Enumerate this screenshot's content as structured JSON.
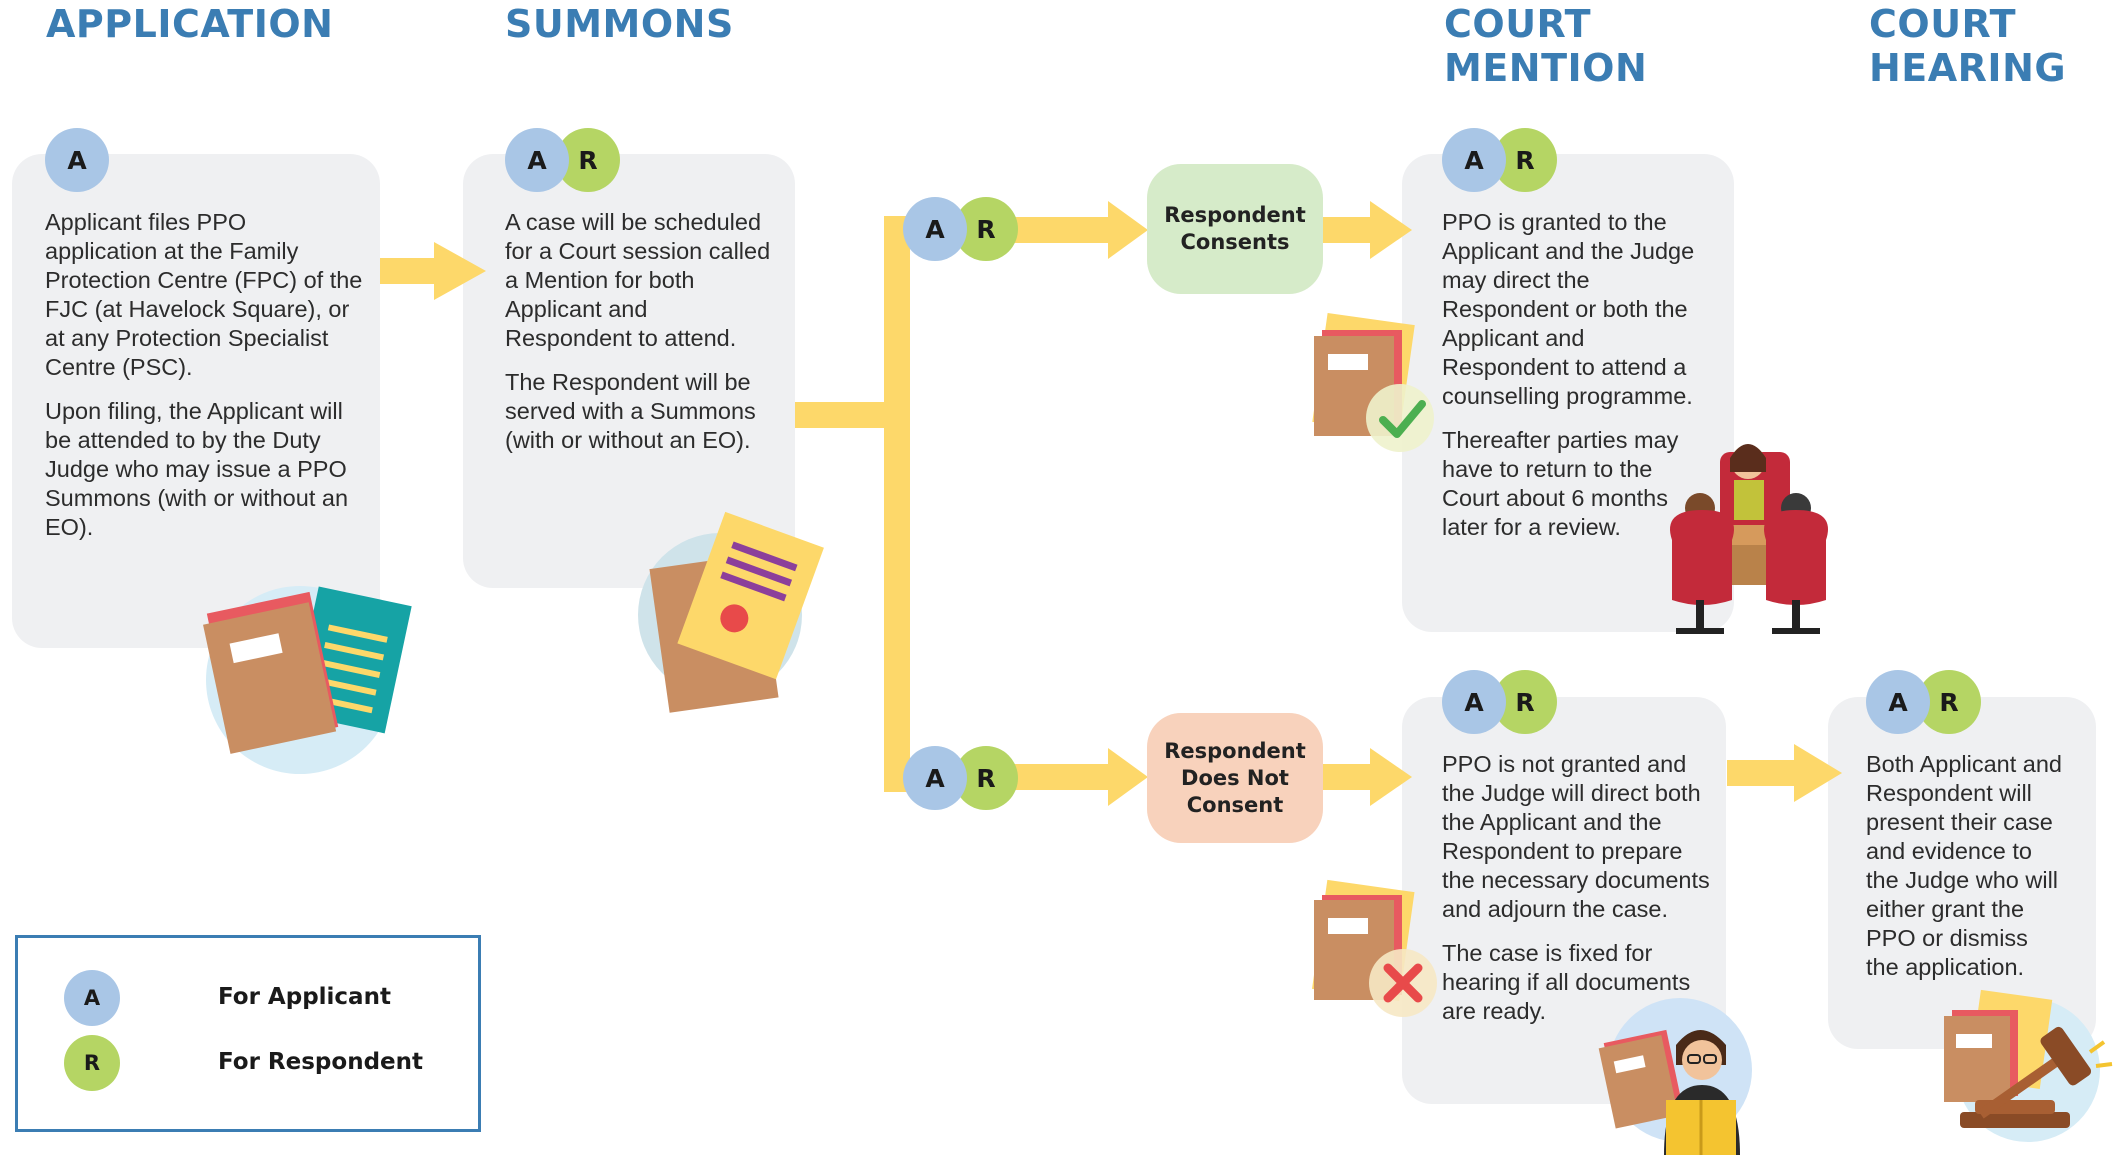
{
  "headings": {
    "application": "APPLICATION",
    "summons": "SUMMONS",
    "mention_line1": "COURT",
    "mention_line2": "MENTION",
    "hearing_line1": "COURT",
    "hearing_line2": "HEARING"
  },
  "badges": {
    "applicant": "A",
    "respondent": "R"
  },
  "cards": {
    "application": {
      "p1": "Applicant files PPO application at the Family Protection Centre (FPC) of the FJC (at Havelock Square), or at any Protection Specialist Centre (PSC).",
      "p2": "Upon filing, the Applicant will be attended to by the Duty Judge who may issue a PPO Summons (with or without an EO)."
    },
    "summons": {
      "p1": "A case will be scheduled for a Court session called a Mention for both Applicant and Respondent to attend.",
      "p2": "The Respondent will be served with a Summons (with or without an EO)."
    },
    "granted": {
      "p1": "PPO is granted to the Applicant and the Judge may direct the Respondent or both the Applicant and Respondent to attend a counselling programme.",
      "p2": "Thereafter parties may have to return to the Court about 6 months later for a review."
    },
    "not_granted": {
      "p1": "PPO is not granted and the Judge will direct both the Applicant and the Respondent to prepare the necessary documents and adjourn the case.",
      "p2": "The case is fixed for hearing if all documents are ready."
    },
    "hearing": {
      "p1": "Both Applicant and Respondent will present their case and evidence to the Judge who will either grant the PPO or dismiss the application."
    }
  },
  "pills": {
    "consents": "Respondent Consents",
    "not_consent": "Respondent Does Not Consent"
  },
  "legend": {
    "applicant": "For Applicant",
    "respondent": "For Respondent"
  },
  "colors": {
    "heading": "#3b7db3",
    "card": "#eff0f2",
    "arrow": "#fdd86a",
    "badge_a": "#a9c6e6",
    "badge_r": "#b5d564",
    "consents_pill": "#d6ebc9",
    "not_consent_pill": "#f8d2bc"
  }
}
